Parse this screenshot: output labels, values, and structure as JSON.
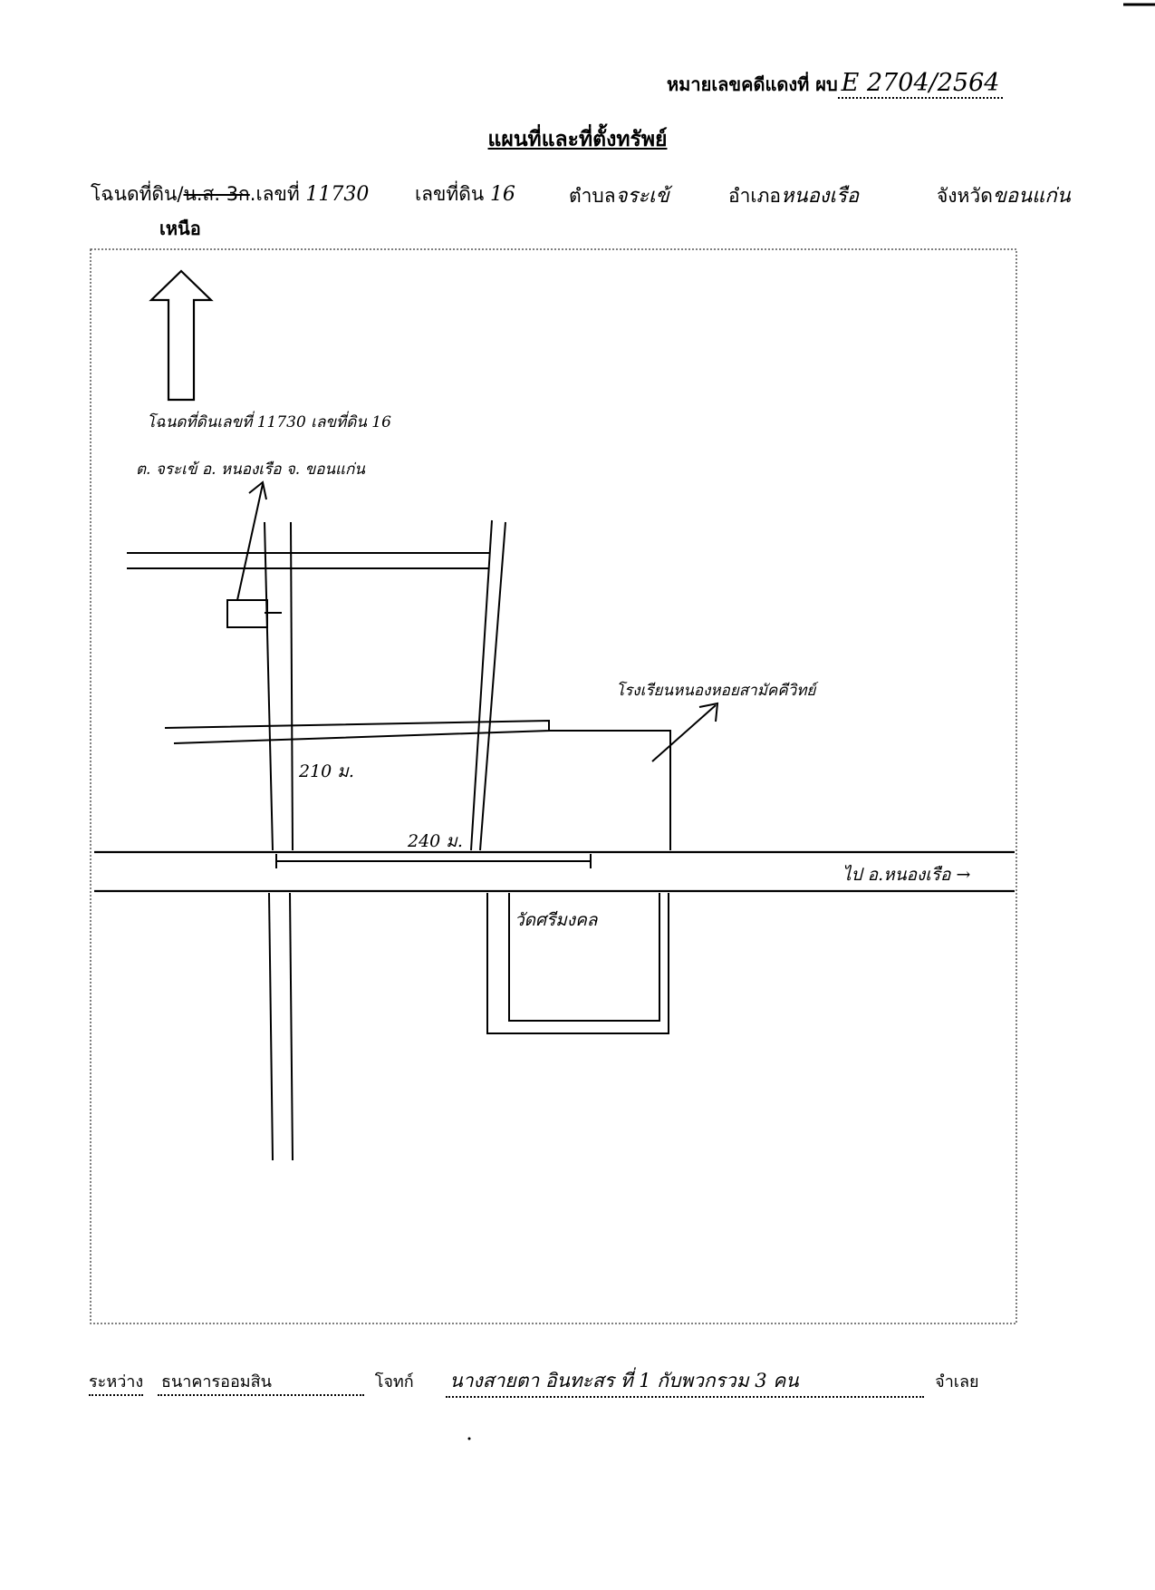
{
  "header": {
    "red_case_label": "หมายเลขคดีแดงที่ ผบ",
    "red_case_number": "E 2704/2564"
  },
  "title": "แผนที่และที่ตั้งทรัพย์",
  "deed": {
    "deed_label": "โฉนดที่ดิน",
    "deed_struck": "น.ส. 3ก",
    "number_label": ".เลขที่",
    "number_value": "11730",
    "land_no_label": "เลขที่ดิน",
    "land_no_value": "16",
    "subdistrict_label": "ตำบล",
    "subdistrict_value": "จระเข้",
    "district_label": "อำเภอ",
    "district_value": "หนองเรือ",
    "province_label": "จังหวัด",
    "province_value": "ขอนแก่น"
  },
  "north_label": "เหนือ",
  "map_notes": {
    "parcel_line1": "โฉนดที่ดินเลขที่ 11730 เลขที่ดิน 16",
    "parcel_line2": "ต. จระเข้ อ. หนองเรือ จ. ขอนแก่น",
    "school": "โรงเรียนหนองหอยสามัคคีวิทย์",
    "temple": "วัดศรีมงคล",
    "road_direction": "ไป อ.หนองเรือ →",
    "dim_vertical": "210 ม.",
    "dim_horizontal": "240 ม."
  },
  "footer": {
    "between_label": "ระหว่าง",
    "plaintiff_value": "ธนาคารออมสิน",
    "plaintiff_label": "โจทก์",
    "defendant_value": "นางสายตา อินทะสร ที่ 1 กับพวกรวม 3 คน",
    "defendant_label": "จำเลย"
  }
}
